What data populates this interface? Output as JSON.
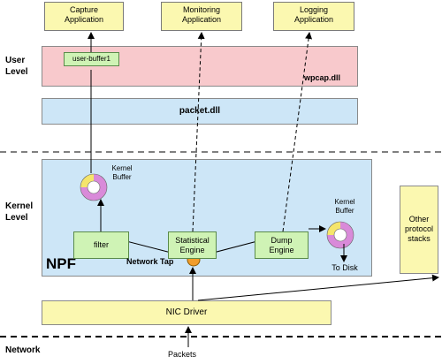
{
  "apps": {
    "capture": "Capture\nApplication",
    "monitoring": "Monitoring\nApplication",
    "logging": "Logging\nApplication"
  },
  "levels": {
    "user": "User\nLevel",
    "kernel": "Kernel\nLevel",
    "network": "Network"
  },
  "user_buffer": "user-buffer1",
  "wpcap": "wpcap.dll",
  "packet": "packet.dll",
  "npf": "NPF",
  "kernel_buffer_left": "Kernel\nBuffer",
  "kernel_buffer_right": "Kernel\nBuffer",
  "filter": "filter",
  "statistical_engine": "Statistical\nEngine",
  "dump_engine": "Dump\nEngine",
  "network_tap": "Network Tap",
  "to_disk": "To Disk",
  "other_stacks": "Other\nprotocol\nstacks",
  "nic_driver": "NIC Driver",
  "packets": "Packets"
}
